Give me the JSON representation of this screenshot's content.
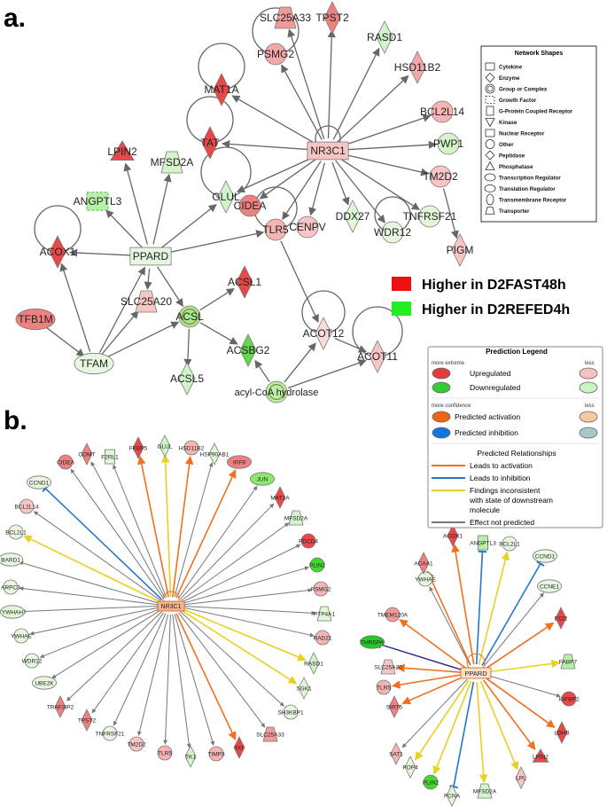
{
  "panel_a": {
    "label": "a.",
    "nodes": [
      {
        "id": "NR3C1",
        "label": "NR3C1",
        "shape": "rect",
        "color": "#f8c5c5"
      },
      {
        "id": "PPARD",
        "label": "PPARD",
        "shape": "rect",
        "color": "#e8f8e0"
      },
      {
        "id": "PSMG2",
        "label": "PSMG2",
        "shape": "circle",
        "color": "#f4a8a8"
      },
      {
        "id": "SLC25A33",
        "label": "SLC25A33",
        "shape": "trapezoid",
        "color": "#f29a9a"
      },
      {
        "id": "TPST2",
        "label": "TPST2",
        "shape": "diamond",
        "color": "#f08080"
      },
      {
        "id": "RASD1",
        "label": "RASD1",
        "shape": "diamond",
        "color": "#cff5c8"
      },
      {
        "id": "HSD11B2",
        "label": "HSD11B2",
        "shape": "diamond",
        "color": "#f4a8a8"
      },
      {
        "id": "BCL2L14",
        "label": "BCL2L14",
        "shape": "circle",
        "color": "#f6b4b4"
      },
      {
        "id": "PWP1",
        "label": "PWP1",
        "shape": "circle",
        "color": "#d4f5cc"
      },
      {
        "id": "TM2D2",
        "label": "TM2D2",
        "shape": "circle",
        "color": "#f8c5c5"
      },
      {
        "id": "TNFRSF21",
        "label": "TNFRSF21",
        "shape": "circle",
        "color": "#e0f8d8"
      },
      {
        "id": "PIGM",
        "label": "PIGM",
        "shape": "diamond",
        "color": "#f8c5c5"
      },
      {
        "id": "WDR12",
        "label": "WDR12",
        "shape": "circle",
        "color": "#e8f8e0"
      },
      {
        "id": "DDX27",
        "label": "DDX27",
        "shape": "diamond",
        "color": "#e0f8d8"
      },
      {
        "id": "CENPV",
        "label": "CENPV",
        "shape": "circle",
        "color": "#f8c5c5"
      },
      {
        "id": "TLR5",
        "label": "TLR5",
        "shape": "circle",
        "color": "#f6b4b4"
      },
      {
        "id": "CIDEA",
        "label": "CIDEA",
        "shape": "circle",
        "color": "#f08080"
      },
      {
        "id": "GLUL",
        "label": "GLUL",
        "shape": "diamond",
        "color": "#cff5c8"
      },
      {
        "id": "TAT",
        "label": "TAT",
        "shape": "diamond",
        "color": "#e84848"
      },
      {
        "id": "MAT1A",
        "label": "MAT1A",
        "shape": "diamond",
        "color": "#e84848"
      },
      {
        "id": "LPIN2",
        "label": "LPIN2",
        "shape": "triangle",
        "color": "#e84848"
      },
      {
        "id": "MFSD2A",
        "label": "MFSD2A",
        "shape": "trapezoid",
        "color": "#d4f5cc"
      },
      {
        "id": "ANGPTL3",
        "label": "ANGPTL3",
        "shape": "dashed-square",
        "color": "#b8f0a8"
      },
      {
        "id": "ACOX1",
        "label": "ACOX1",
        "shape": "diamond",
        "color": "#e84848"
      },
      {
        "id": "SLC25A20",
        "label": "SLC25A20",
        "shape": "trapezoid",
        "color": "#f8c5c5"
      },
      {
        "id": "TFB1M",
        "label": "TFB1M",
        "shape": "ellipse",
        "color": "#f08080"
      },
      {
        "id": "TFAM",
        "label": "TFAM",
        "shape": "ellipse",
        "color": "#e8f8e0"
      },
      {
        "id": "ACSL",
        "label": "ACSL",
        "shape": "double-circle",
        "color": "#a8e890"
      },
      {
        "id": "ACSL1",
        "label": "ACSL1",
        "shape": "diamond",
        "color": "#e84848"
      },
      {
        "id": "ACSL5",
        "label": "ACSL5",
        "shape": "diamond",
        "color": "#cff5c8"
      },
      {
        "id": "ACSBG2",
        "label": "ACSBG2",
        "shape": "diamond",
        "color": "#66d84c"
      },
      {
        "id": "ACOT12",
        "label": "ACOT12",
        "shape": "diamond",
        "color": "#fbdada"
      },
      {
        "id": "ACOT11",
        "label": "ACOT11",
        "shape": "diamond",
        "color": "#f8c5c5"
      },
      {
        "id": "ACYL",
        "label": "acyl-CoA hydrolase",
        "shape": "double-circle",
        "color": "#b8f0a8"
      }
    ],
    "color_legend": [
      {
        "color": "#ee1111",
        "label": "Higher in D2FAST48h"
      },
      {
        "color": "#22ee22",
        "label": "Higher in D2REFED4h"
      }
    ],
    "shapes_legend": {
      "title": "Network Shapes",
      "items": [
        "Cytokine",
        "Enzyme",
        "Group or Complex",
        "Growth Factor",
        "G-Protein Coupled Receptor",
        "Kinase",
        "Nuclear Receptor",
        "Other",
        "Peptidase",
        "Phosphatase",
        "Transcription Regulator",
        "Translation Regulator",
        "Transmembrane Receptor",
        "Transporter"
      ]
    }
  },
  "panel_b": {
    "label": "b.",
    "nr3c1_hub": {
      "label": "NR3C1",
      "color": "#f6b48c"
    },
    "nr3c1_targets": [
      {
        "label": "F2RL1",
        "shape": "square",
        "color": "#e0f8d8",
        "rel": "gray"
      },
      {
        "label": "FKBP5",
        "shape": "diamond",
        "color": "#e84848",
        "rel": "orange"
      },
      {
        "label": "GLUL",
        "shape": "diamond",
        "color": "#cff5c8",
        "rel": "yellow"
      },
      {
        "label": "HSD11B2",
        "shape": "circle",
        "color": "#f6b4b4",
        "rel": "orange"
      },
      {
        "label": "HSP90AB1",
        "shape": "diamond",
        "color": "#e0f8d8",
        "rel": "gray"
      },
      {
        "label": "IRF8",
        "shape": "ellipse",
        "color": "#f08080",
        "rel": "orange"
      },
      {
        "label": "JUN",
        "shape": "ellipse",
        "color": "#8ce870",
        "rel": "gray"
      },
      {
        "label": "MAT1A",
        "shape": "diamond",
        "color": "#e84848",
        "rel": "gray"
      },
      {
        "label": "MFSD2A",
        "shape": "trapezoid",
        "color": "#d4f5cc",
        "rel": "gray"
      },
      {
        "label": "PDCD4",
        "shape": "circle",
        "color": "#e84848",
        "rel": "gray"
      },
      {
        "label": "PLIN2",
        "shape": "circle",
        "color": "#44d82c",
        "rel": "gray"
      },
      {
        "label": "PSMG2",
        "shape": "circle",
        "color": "#f6b4b4",
        "rel": "gray"
      },
      {
        "label": "PTP4A1",
        "shape": "trapezoid",
        "color": "#e0f8d8",
        "rel": "gray"
      },
      {
        "label": "RAD21",
        "shape": "circle",
        "color": "#f6b4b4",
        "rel": "gray"
      },
      {
        "label": "RASD1",
        "shape": "diamond",
        "color": "#cff5c8",
        "rel": "yellow"
      },
      {
        "label": "SGK1",
        "shape": "diamond",
        "color": "#e0f8d8",
        "rel": "yellow"
      },
      {
        "label": "SH3KBP1",
        "shape": "circle",
        "color": "#e8f8e0",
        "rel": "gray"
      },
      {
        "label": "SLC25A33",
        "shape": "trapezoid",
        "color": "#f29a9a",
        "rel": "gray"
      },
      {
        "label": "TAT",
        "shape": "diamond",
        "color": "#e84848",
        "rel": "orange"
      },
      {
        "label": "TIMP3",
        "shape": "circle",
        "color": "#f6b4b4",
        "rel": "gray"
      },
      {
        "label": "TK1",
        "shape": "diamond",
        "color": "#d4f5cc",
        "rel": "gray"
      },
      {
        "label": "TLR5",
        "shape": "circle",
        "color": "#f6b4b4",
        "rel": "gray"
      },
      {
        "label": "TM2D2",
        "shape": "circle",
        "color": "#f8c5c5",
        "rel": "gray"
      },
      {
        "label": "TNFRSF21",
        "shape": "circle",
        "color": "#e8f8e0",
        "rel": "gray"
      },
      {
        "label": "TPST2",
        "shape": "diamond",
        "color": "#f08080",
        "rel": "gray"
      },
      {
        "label": "TRAF3IP2",
        "shape": "diamond",
        "color": "#f08080",
        "rel": "gray"
      },
      {
        "label": "UBE2K",
        "shape": "ellipse",
        "color": "#e8f8e0",
        "rel": "gray"
      },
      {
        "label": "WDR12",
        "shape": "circle",
        "color": "#e8f8e0",
        "rel": "gray"
      },
      {
        "label": "YWHAE",
        "shape": "circle",
        "color": "#e8f8e0",
        "rel": "gray"
      },
      {
        "label": "YWHAH",
        "shape": "ellipse",
        "color": "#e0f8d8",
        "rel": "gray"
      },
      {
        "label": "ARPC3",
        "shape": "circle",
        "color": "#e8f8e0",
        "rel": "gray"
      },
      {
        "label": "BARD1",
        "shape": "ellipse",
        "color": "#e8f8e0",
        "rel": "gray"
      },
      {
        "label": "BCL2L1",
        "shape": "circle",
        "color": "#e8f8e0",
        "rel": "yellow"
      },
      {
        "label": "BCL2L14",
        "shape": "circle",
        "color": "#f8c5c5",
        "rel": "gray"
      },
      {
        "label": "CCND1",
        "shape": "ellipse",
        "color": "#e8f8e0",
        "rel": "blue"
      },
      {
        "label": "CIDEA",
        "shape": "circle",
        "color": "#f08080",
        "rel": "gray"
      },
      {
        "label": "COMT",
        "shape": "diamond",
        "color": "#f08080",
        "rel": "gray"
      }
    ],
    "ppard_hub": {
      "label": "PPARD",
      "color": "#fbe0c8"
    },
    "ppard_targets": [
      {
        "label": "ACOX1",
        "shape": "diamond",
        "color": "#e84848",
        "rel": "orange"
      },
      {
        "label": "ANGPTL3",
        "shape": "square",
        "color": "#b8f0a8",
        "rel": "blue"
      },
      {
        "label": "BCL2L1",
        "shape": "circle",
        "color": "#e8f8e0",
        "rel": "yellow"
      },
      {
        "label": "CCND1",
        "shape": "ellipse",
        "color": "#e8f8e0",
        "rel": "blue"
      },
      {
        "label": "CCNE1",
        "shape": "ellipse",
        "color": "#e8f8e0",
        "rel": "gray"
      },
      {
        "label": "ECI2",
        "shape": "diamond",
        "color": "#e84848",
        "rel": "orange"
      },
      {
        "label": "FABP7",
        "shape": "trapezoid",
        "color": "#b8f0a8",
        "rel": "yellow"
      },
      {
        "label": "IGFBP2",
        "shape": "circle",
        "color": "#e84848",
        "rel": "gray"
      },
      {
        "label": "LDHB",
        "shape": "diamond",
        "color": "#e84848",
        "rel": "orange"
      },
      {
        "label": "LPIN2",
        "shape": "triangle",
        "color": "#e84848",
        "rel": "orange"
      },
      {
        "label": "LPL",
        "shape": "diamond",
        "color": "#f8c5c5",
        "rel": "yellow"
      },
      {
        "label": "MFSD2A",
        "shape": "trapezoid",
        "color": "#d4f5cc",
        "rel": "yellow"
      },
      {
        "label": "PCNA",
        "shape": "diamond",
        "color": "#e0f8d8",
        "rel": "blue"
      },
      {
        "label": "PLIN2",
        "shape": "circle",
        "color": "#44d82c",
        "rel": "yellow"
      },
      {
        "label": "POP4",
        "shape": "diamond",
        "color": "#e8f8e0",
        "rel": "yellow"
      },
      {
        "label": "SAT1",
        "shape": "diamond",
        "color": "#f6b4b4",
        "rel": "gray"
      },
      {
        "label": "SIRT5",
        "shape": "diamond",
        "color": "#f08080",
        "rel": "orange"
      },
      {
        "label": "SLC25A20",
        "shape": "trapezoid",
        "color": "#f8c5c5",
        "rel": "orange"
      },
      {
        "label": "THRSPA",
        "shape": "ellipse",
        "color": "#22cc22",
        "rel": "navy"
      },
      {
        "label": "TLR5",
        "shape": "circle",
        "color": "#f6b4b4",
        "rel": "orange"
      },
      {
        "label": "TMEM120A",
        "shape": "circle",
        "color": "#f29a9a",
        "rel": "orange"
      },
      {
        "label": "YWHAE",
        "shape": "circle",
        "color": "#e8f8e0",
        "rel": "gray"
      },
      {
        "label": "ACAA1",
        "shape": "diamond",
        "color": "#f08080",
        "rel": "orange"
      }
    ],
    "prediction_legend": {
      "title": "Prediction Legend",
      "more_extreme": "more extreme",
      "less": "less",
      "more_confidence": "more confidence",
      "upregulated": "Upregulated",
      "downregulated": "Downregulated",
      "predicted_activation": "Predicted activation",
      "predicted_inhibition": "Predicted inhibition",
      "relationships_title": "Predicted Relationships",
      "leads_activation": "Leads to activation",
      "leads_inhibition": "Leads to inhibition",
      "findings_inconsistent_1": "Findings inconsistent",
      "findings_inconsistent_2": "with state of downstream",
      "findings_inconsistent_3": "molecule",
      "effect_not_predicted": "Effect not predicted",
      "colors": {
        "up_dark": "#e23c3c",
        "up_light": "#f8c0c0",
        "down_dark": "#33cc33",
        "down_light": "#c8f5c0",
        "act_dark": "#ee6611",
        "act_light": "#f8c8a0",
        "inh_dark": "#1177dd",
        "inh_light": "#a8c8c8",
        "orange": "#f07020",
        "blue": "#2277cc",
        "yellow": "#e8d020",
        "gray": "#777777"
      }
    }
  }
}
